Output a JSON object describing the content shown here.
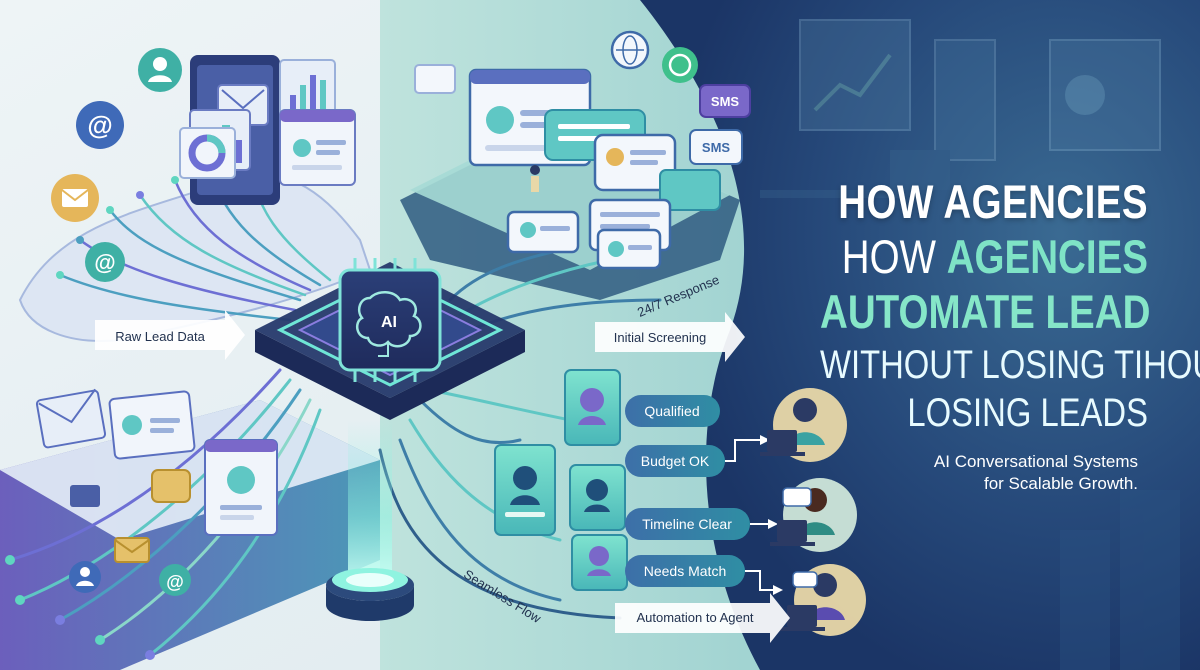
{
  "headline": {
    "line1": "HOW AGENCIES",
    "line2_a": "HOW ",
    "line2_b": "AGENCIES",
    "line3": "AUTOMATE LEAD",
    "line4": "WITHOUT LOSING TIHOUT",
    "line5": "LOSING LEADS",
    "subtitle_line1": "AI Conversational Systems",
    "subtitle_line2": "for Scalable Growth."
  },
  "hub": {
    "chip_label": "AI"
  },
  "flow_labels": {
    "raw_lead_data": "Raw Lead Data",
    "initial_screening": "Initial Screening",
    "response_247": "24/7 Response",
    "seamless_flow": "Seamless Flow",
    "automation_to_agent": "Automation to Agent"
  },
  "channels": {
    "sms_1": "SMS",
    "sms_2": "SMS",
    "email_at": "@"
  },
  "qualification_steps": [
    "Qualified",
    "Budget OK",
    "Timeline Clear",
    "Needs Match"
  ],
  "colors": {
    "teal_accent": "#5fd6c0",
    "purple_accent": "#6f5fc9",
    "navy_background": "#1e3e6c",
    "headline_accent": "#86e6c8"
  }
}
